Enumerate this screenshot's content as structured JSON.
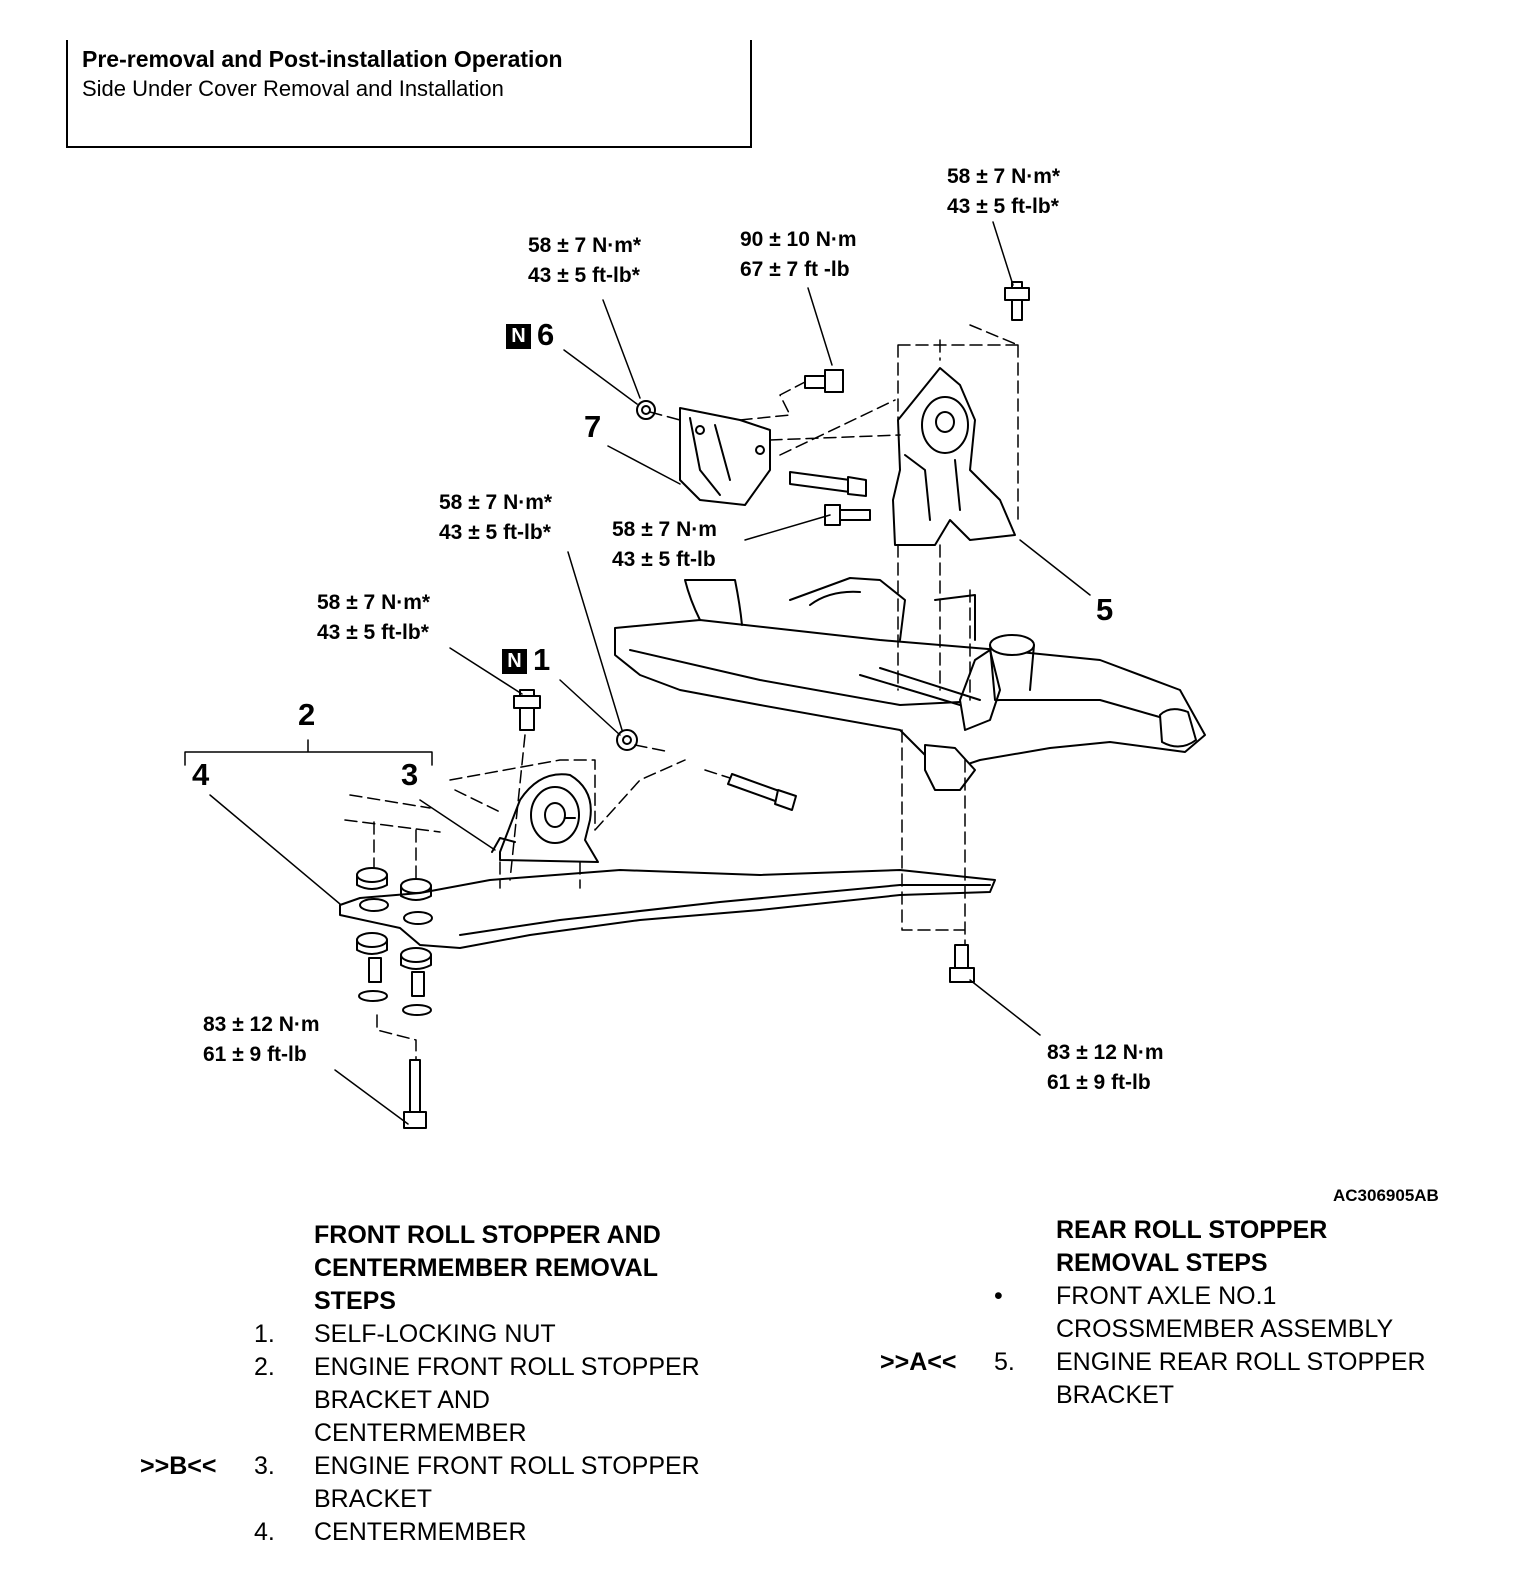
{
  "header": {
    "title": "Pre-removal and Post-installation Operation",
    "subtitle": "Side Under Cover Removal and Installation"
  },
  "diagram": {
    "code": "AC306905AB",
    "n_marker": "N",
    "torque": {
      "t_top_right": [
        "58 ± 7 N·m*",
        "43 ± 5 ft-lb*"
      ],
      "t_bracket7": [
        "58 ± 7 N·m*",
        "43 ± 5 ft-lb*"
      ],
      "t_bolt7": [
        "90 ± 10 N·m",
        "67 ± 7 ft -lb"
      ],
      "t_nut1": [
        "58 ± 7 N·m*",
        "43 ± 5 ft-lb*"
      ],
      "t_bolt5": [
        "58 ± 7 N·m",
        "43 ± 5 ft-lb"
      ],
      "t_bolt3": [
        "58 ± 7 N·m*",
        "43 ± 5 ft-lb*"
      ],
      "t_bottom_left": [
        "83 ± 12 N·m",
        "61 ± 9 ft-lb"
      ],
      "t_bottom_right": [
        "83 ± 12 N·m",
        "61 ± 9 ft-lb"
      ]
    },
    "callouts": {
      "n6": "6",
      "n7": "7",
      "n5": "5",
      "n1": "1",
      "n2": "2",
      "n3": "3",
      "n4": "4"
    }
  },
  "front_steps": {
    "heading": [
      "FRONT ROLL STOPPER AND",
      "CENTERMEMBER REMOVAL",
      "STEPS"
    ],
    "items": [
      {
        "mark": "",
        "num": "1.",
        "lines": [
          "SELF-LOCKING NUT"
        ]
      },
      {
        "mark": "",
        "num": "2.",
        "lines": [
          "ENGINE FRONT ROLL STOPPER",
          "BRACKET AND",
          "CENTERMEMBER"
        ]
      },
      {
        "mark": ">>B<<",
        "num": "3.",
        "lines": [
          "ENGINE FRONT ROLL STOPPER",
          "BRACKET"
        ]
      },
      {
        "mark": "",
        "num": "4.",
        "lines": [
          "CENTERMEMBER"
        ]
      }
    ]
  },
  "rear_steps": {
    "heading": [
      "REAR ROLL STOPPER",
      "REMOVAL STEPS"
    ],
    "items": [
      {
        "mark": "",
        "num": "•",
        "lines": [
          "FRONT AXLE NO.1",
          "CROSSMEMBER ASSEMBLY"
        ]
      },
      {
        "mark": ">>A<<",
        "num": "5.",
        "lines": [
          "ENGINE REAR ROLL STOPPER",
          "BRACKET"
        ]
      }
    ]
  }
}
